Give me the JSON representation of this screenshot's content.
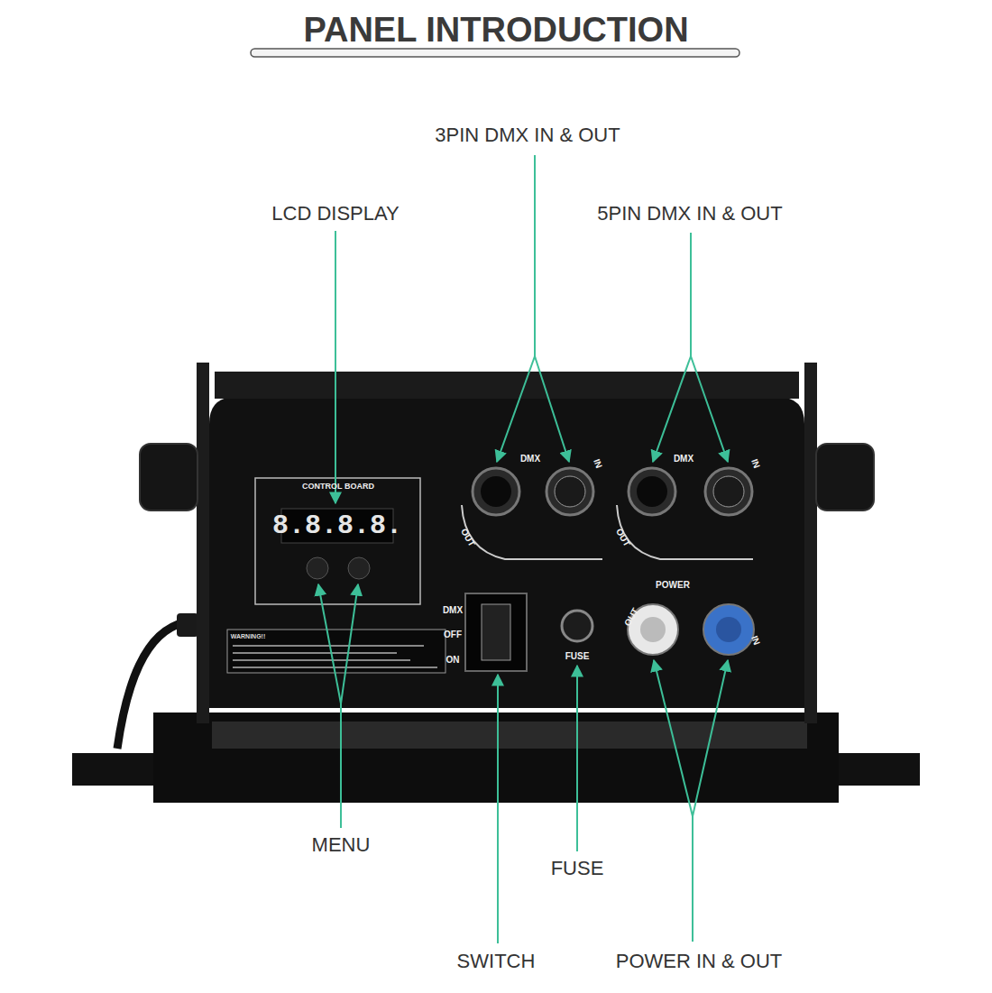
{
  "diagram": {
    "title": "PANEL INTRODUCTION",
    "labels": [
      "3PIN DMX IN & OUT",
      "LCD DISPLAY",
      "5PIN DMX IN & OUT",
      "MENU",
      "FUSE",
      "SWITCH",
      "POWER IN & OUT",
      "CONTROL BOARD",
      "8.8.8.8.",
      "DMX",
      "OUT",
      "IN",
      "DMX",
      "OUT",
      "IN",
      "POWER",
      "OUT",
      "IN",
      "FUSE",
      "DMX",
      "OFF",
      "ON",
      "WARNING!!"
    ]
  }
}
